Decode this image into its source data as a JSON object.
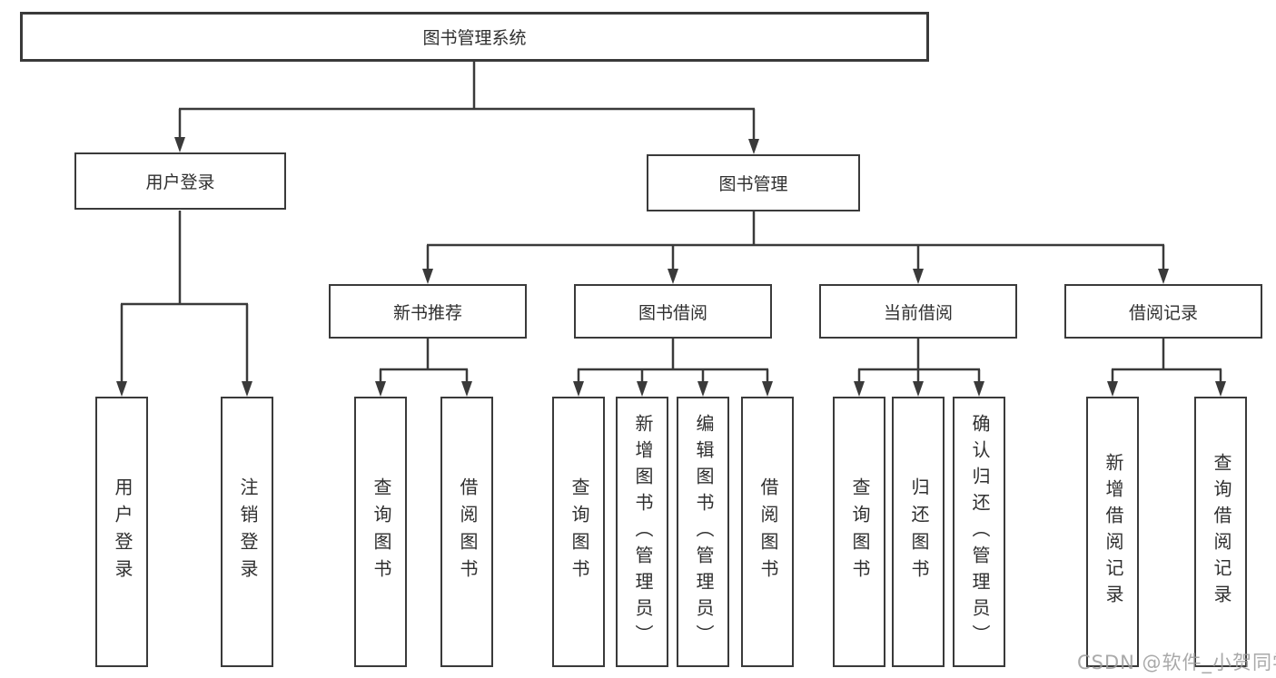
{
  "diagram": {
    "root": "图书管理系统",
    "children": [
      {
        "label": "用户登录",
        "children": [
          "用户登录",
          "注销登录"
        ]
      },
      {
        "label": "图书管理",
        "children": [
          {
            "label": "新书推荐",
            "children": [
              "查询图书",
              "借阅图书"
            ]
          },
          {
            "label": "图书借阅",
            "children": [
              "查询图书",
              "新增图书（管理员）",
              "编辑图书（管理员）",
              "借阅图书"
            ]
          },
          {
            "label": "当前借阅",
            "children": [
              "查询图书",
              "归还图书",
              "确认归还（管理员）"
            ]
          },
          {
            "label": "借阅记录",
            "children": [
              "新增借阅记录",
              "查询借阅记录"
            ]
          }
        ]
      }
    ]
  },
  "watermark": "CSDN @软件_小贺同学",
  "colors": {
    "line": "#3a3a3a",
    "box_border": "#3a3a3a",
    "text": "#2f2f2f",
    "background": "#ffffff",
    "watermark": "#9b9b9b"
  }
}
